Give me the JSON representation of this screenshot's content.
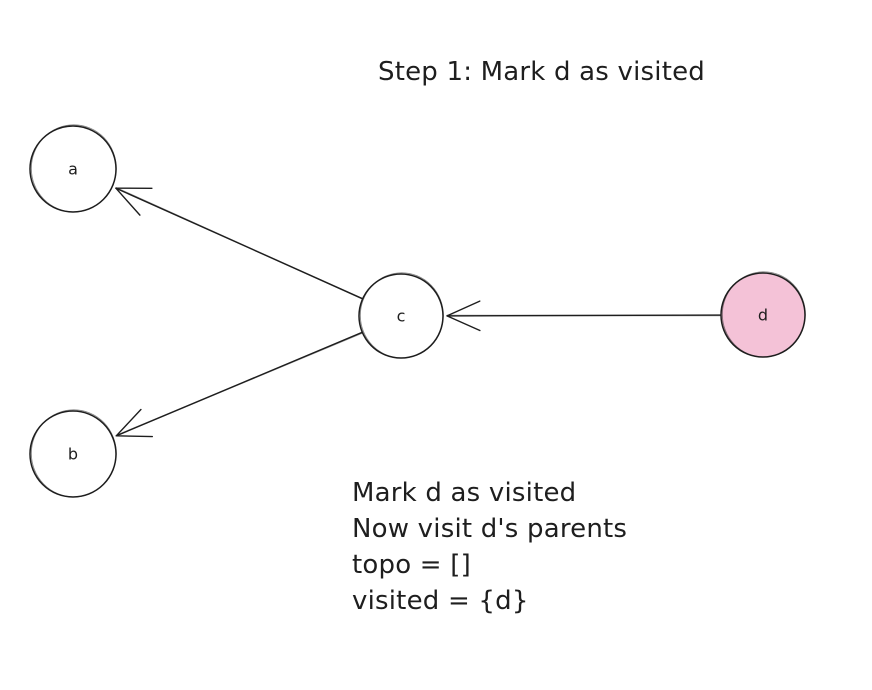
{
  "title": "Step 1: Mark d as visited",
  "nodes": [
    {
      "id": "a",
      "label": "a",
      "fill": "#ffffff",
      "visited": false
    },
    {
      "id": "b",
      "label": "b",
      "fill": "#ffffff",
      "visited": false
    },
    {
      "id": "c",
      "label": "c",
      "fill": "#ffffff",
      "visited": false
    },
    {
      "id": "d",
      "label": "d",
      "fill": "#f4c2d7",
      "visited": true
    }
  ],
  "edges": [
    {
      "from": "c",
      "to": "a"
    },
    {
      "from": "c",
      "to": "b"
    },
    {
      "from": "d",
      "to": "c"
    }
  ],
  "notes": {
    "line1": "Mark d as visited",
    "line2": "Now visit d's parents",
    "line3": "topo = []",
    "line4": "visited = {d}"
  },
  "colors": {
    "stroke": "#1e1e1e",
    "visited_fill": "#f4c2d7",
    "background": "#ffffff"
  }
}
